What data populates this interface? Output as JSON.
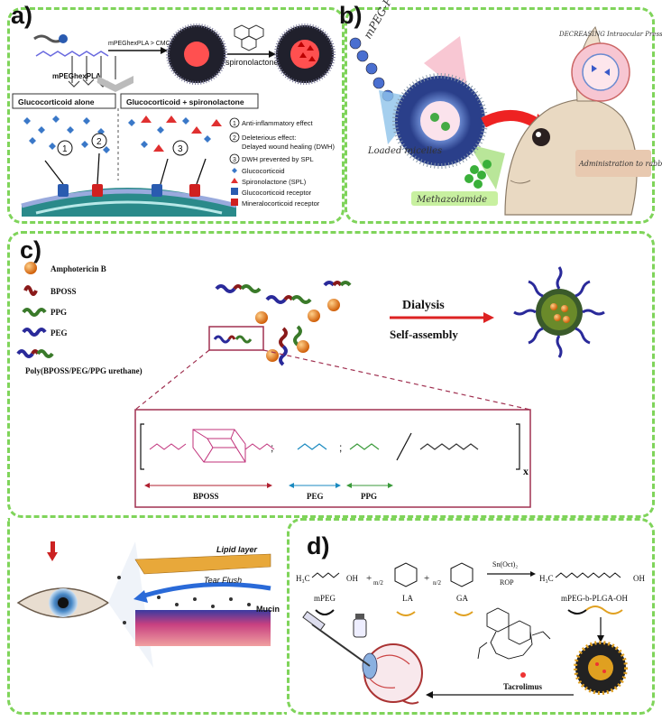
{
  "panels": {
    "a": {
      "label": "a)",
      "polymer": "mPEGhexPLA",
      "arrow_label": "mPEGhexPLA > CMC",
      "drug": "spironolactone",
      "box_left": "Glucocorticoid alone",
      "box_right": "Glucocorticoid + spironolactone",
      "legend": [
        {
          "num": "1",
          "text": "Anti-inflammatory effect"
        },
        {
          "num": "2",
          "text": "Deleterious effect:"
        },
        {
          "num": "",
          "text": "Delayed wound healing (DWH)"
        },
        {
          "num": "3",
          "text": "DWH prevented by SPL"
        },
        {
          "num": "",
          "text": "Glucocorticoid"
        },
        {
          "num": "",
          "text": "Spironolactone (SPL)"
        },
        {
          "num": "",
          "text": "Glucocorticoid receptor"
        },
        {
          "num": "",
          "text": "Mineralocorticoid receptor"
        }
      ],
      "colors": {
        "glucocorticoid": "#3a78c8",
        "spironolactone": "#e03030",
        "gr": "#2a5bb0",
        "mr": "#d02020"
      }
    },
    "b": {
      "label": "b)",
      "polymer": "mPEG-PCL",
      "loaded": "Loaded micelles",
      "drug": "Methazolamide",
      "pressure": "DECREASING Intraocular Pressure",
      "admin": "Administration to rabbit eye"
    },
    "c": {
      "label": "c)",
      "legend": [
        "Amphotericin B",
        "BPOSS",
        "PPG",
        "PEG",
        "Poly(BPOSS/PEG/PPG urethane)"
      ],
      "process": [
        "Dialysis",
        "Self-assembly"
      ],
      "segments": [
        "BPOSS",
        "PEG",
        "PPG"
      ],
      "subscript": "x",
      "eye_labels": [
        "Lipid layer",
        "Tear Flush",
        "Mucin"
      ]
    },
    "d": {
      "label": "d)",
      "reagents": [
        "mPEG",
        "LA",
        "GA"
      ],
      "conditions": [
        "Sn(Oct)₂",
        "ROP"
      ],
      "product": "mPEG-b-PLGA-OH",
      "drug": "Tacrolimus",
      "coef": [
        "m/2",
        "n/2"
      ]
    }
  }
}
